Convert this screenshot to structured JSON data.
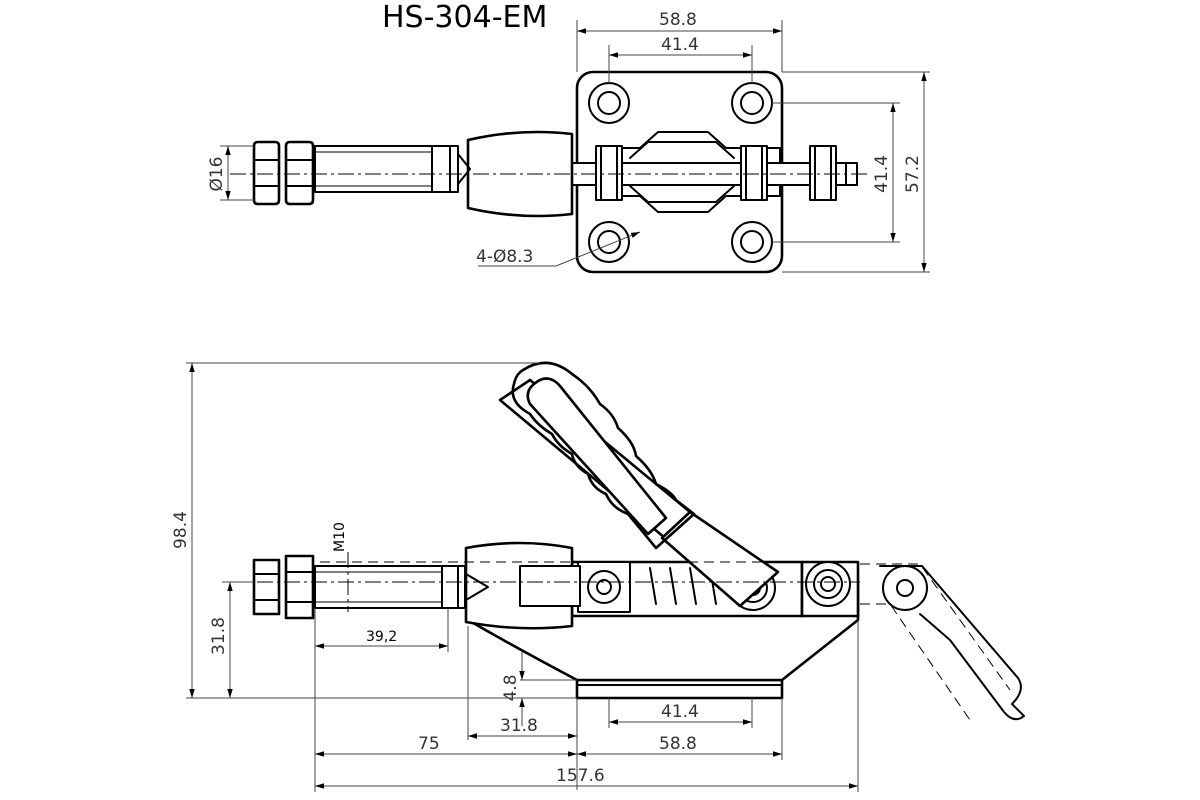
{
  "title": "HS-304-EM",
  "top_view": {
    "dim_base_width": "58.8",
    "dim_hole_spacing_x": "41.4",
    "dim_hole_spacing_y": "41.4",
    "dim_base_height": "57.2",
    "dim_rod_diameter": "Ø16",
    "dim_holes": "4-Ø8.3"
  },
  "side_view": {
    "dim_total_height": "98.4",
    "dim_axis_height": "31.8",
    "dim_thread": "M10",
    "dim_thread_length": "39,2",
    "dim_base_thickness": "4.8",
    "dim_body_to_base": "31.8",
    "dim_stroke_reach": "75",
    "dim_hole_spacing": "41.4",
    "dim_base_length": "58.8",
    "dim_total_length": "157.6"
  }
}
